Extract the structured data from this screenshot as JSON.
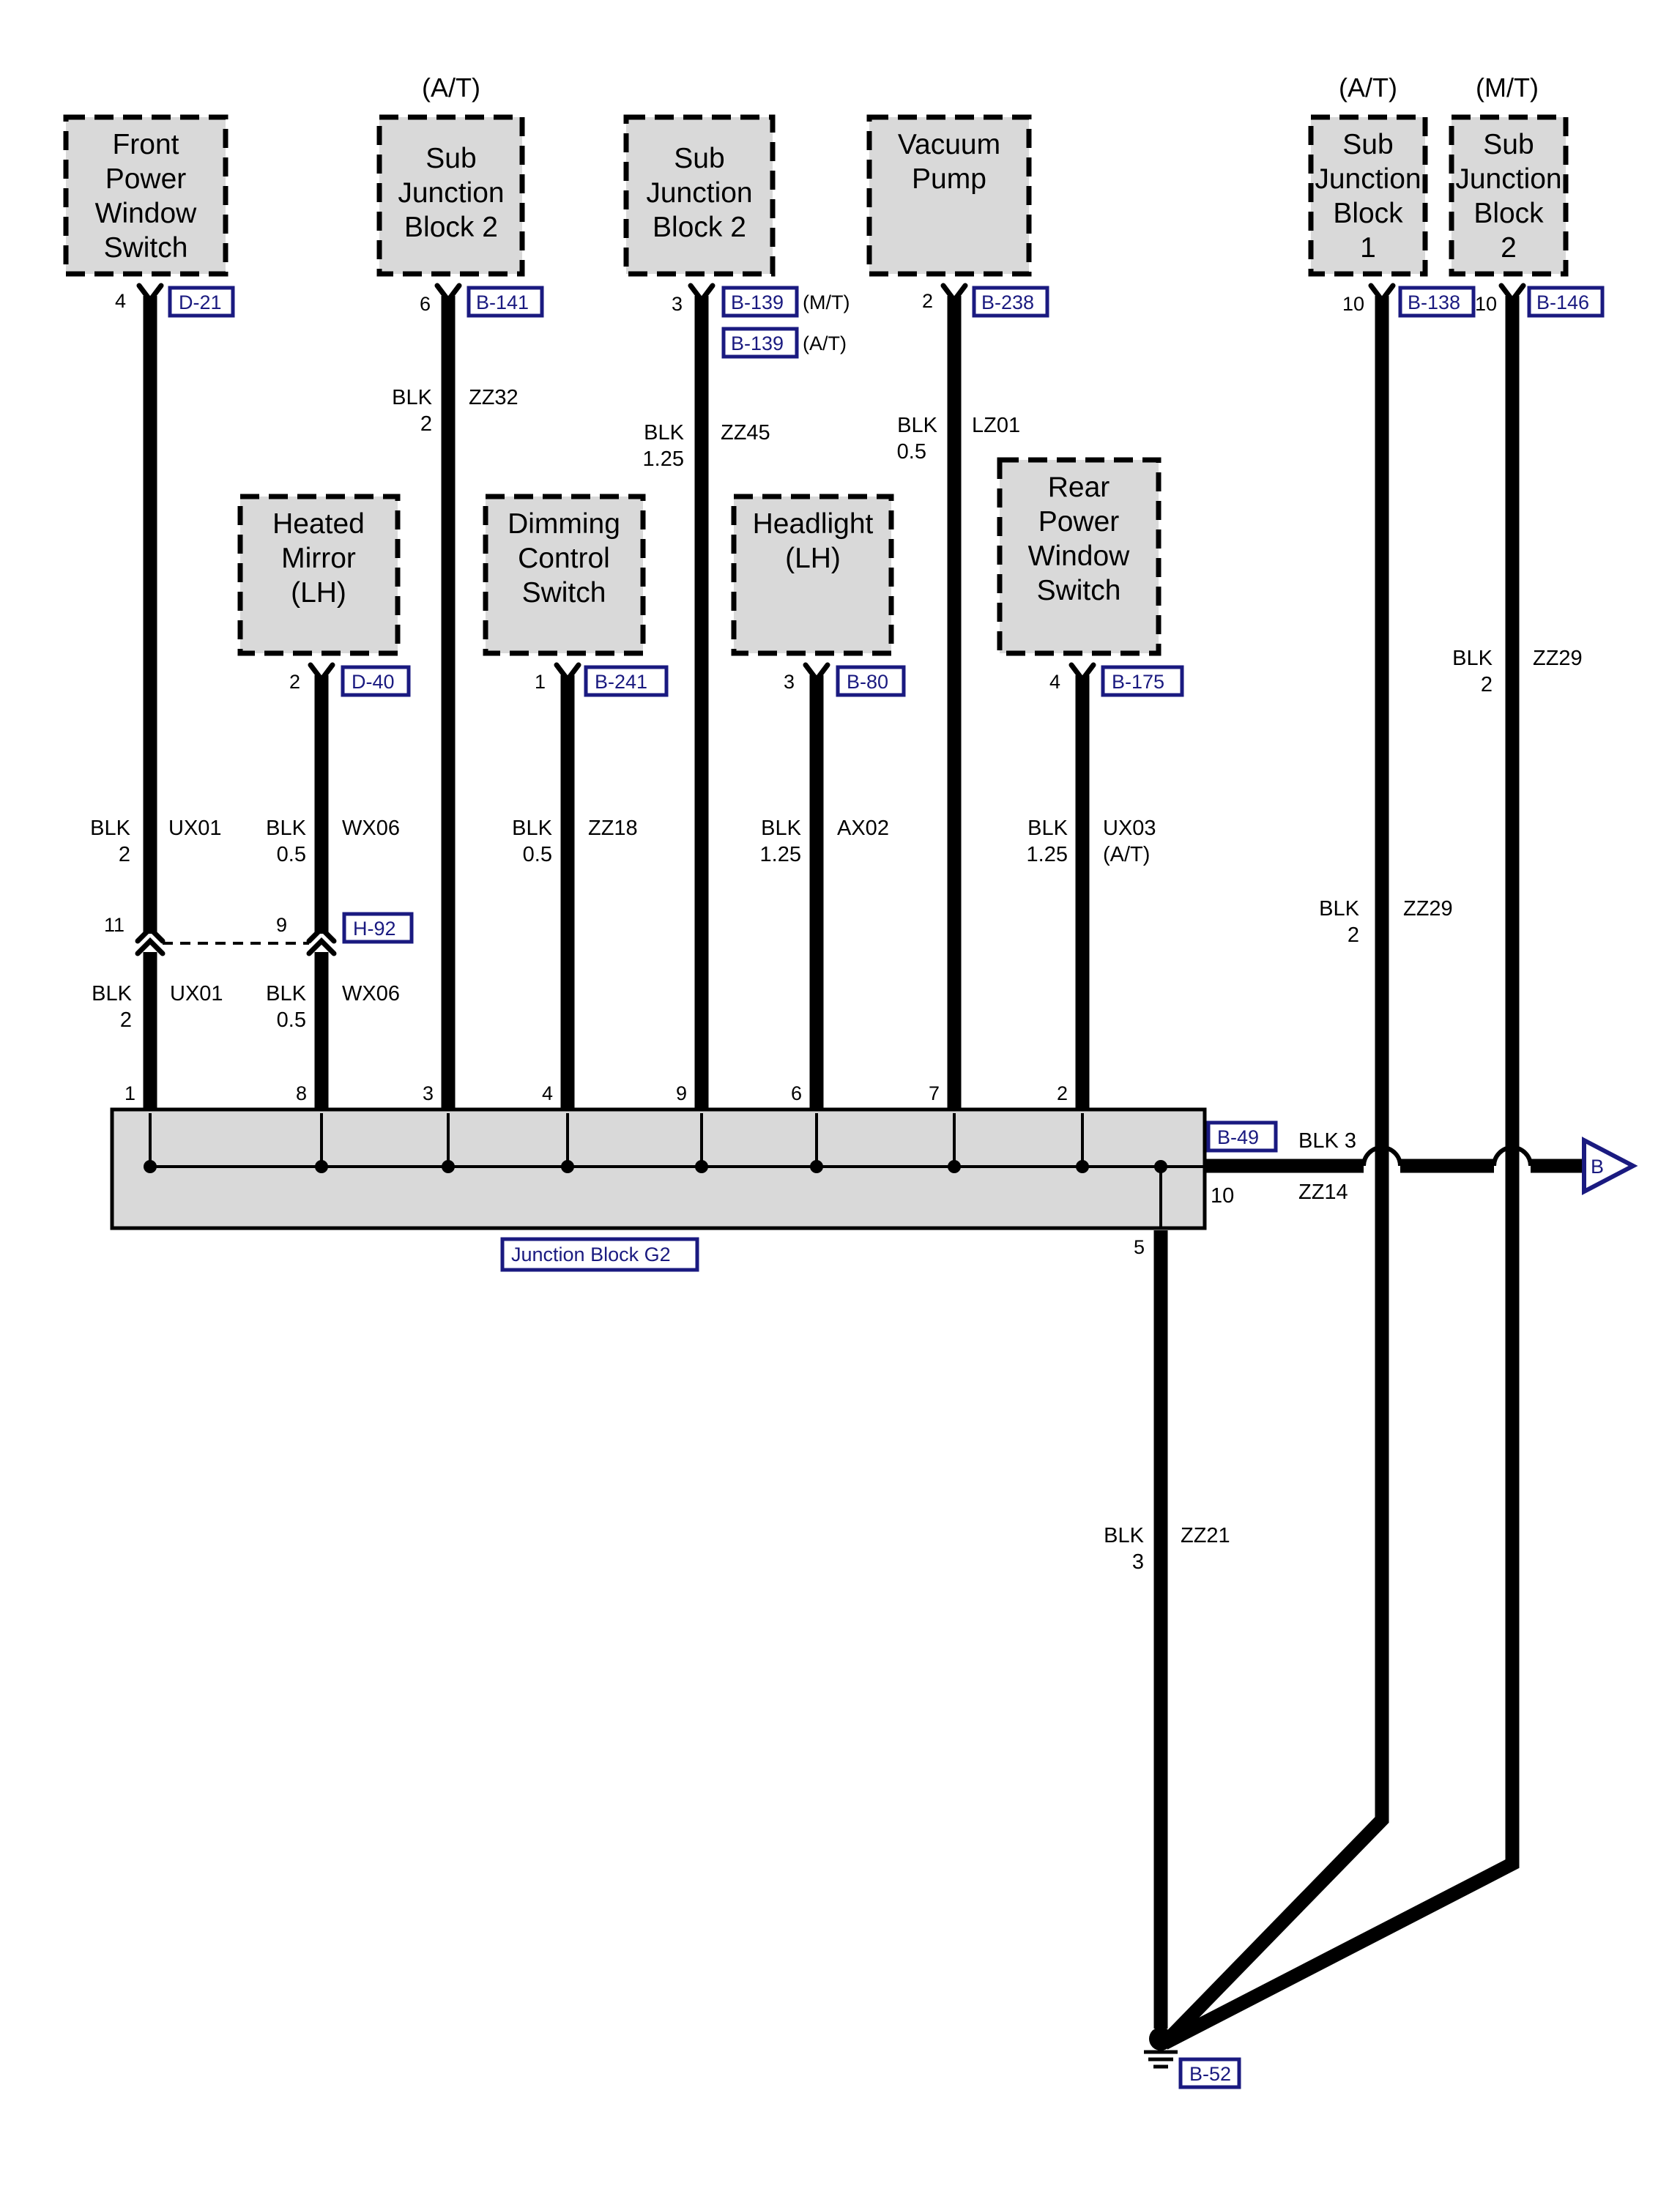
{
  "components": {
    "front_power_window_switch": {
      "label": [
        "Front",
        "Power",
        "Window",
        "Switch"
      ]
    },
    "sub_junction_block_2_at": {
      "label": [
        "Sub",
        "Junction",
        "Block 2"
      ],
      "note": "(A/T)"
    },
    "sub_junction_block_2_mt": {
      "label": [
        "Sub",
        "Junction",
        "Block 2"
      ]
    },
    "vacuum_pump": {
      "label": [
        "Vacuum",
        "Pump"
      ]
    },
    "sub_junction_block_1": {
      "label": [
        "Sub",
        "Junction",
        "Block",
        "1"
      ],
      "note": "(A/T)"
    },
    "sub_junction_block_2_right": {
      "label": [
        "Sub",
        "Junction",
        "Block",
        "2"
      ],
      "note": "(M/T)"
    },
    "heated_mirror_lh": {
      "label": [
        "Heated",
        "Mirror",
        "(LH)"
      ]
    },
    "dimming_control_switch": {
      "label": [
        "Dimming",
        "Control",
        "Switch"
      ]
    },
    "headlight_lh": {
      "label": [
        "Headlight",
        "(LH)"
      ]
    },
    "rear_power_window_switch": {
      "label": [
        "Rear",
        "Power",
        "Window",
        "Switch"
      ]
    }
  },
  "connectors": {
    "d21": {
      "code": "D-21",
      "pin": "4"
    },
    "b141": {
      "code": "B-141",
      "pin": "6"
    },
    "b139_mt": {
      "code": "B-139",
      "pin": "3",
      "variant": "(M/T)"
    },
    "b139_at": {
      "code": "B-139",
      "variant": "(A/T)"
    },
    "b238": {
      "code": "B-238",
      "pin": "2"
    },
    "b138": {
      "code": "B-138",
      "pin": "10"
    },
    "b146": {
      "code": "B-146",
      "pin": "10"
    },
    "d40": {
      "code": "D-40",
      "pin": "2"
    },
    "b241": {
      "code": "B-241",
      "pin": "1"
    },
    "b80": {
      "code": "B-80",
      "pin": "3"
    },
    "b175": {
      "code": "B-175",
      "pin": "4"
    },
    "h92": {
      "code": "H-92",
      "pin_left": "11",
      "pin_right": "9"
    },
    "b49": {
      "code": "B-49",
      "pin": "10"
    },
    "b52": {
      "code": "B-52"
    }
  },
  "wires": {
    "ux01_upper": {
      "color": "BLK",
      "gauge": "2",
      "id": "UX01"
    },
    "ux01_lower": {
      "color": "BLK",
      "gauge": "2",
      "id": "UX01"
    },
    "wx06_upper": {
      "color": "BLK",
      "gauge": "0.5",
      "id": "WX06"
    },
    "wx06_lower": {
      "color": "BLK",
      "gauge": "0.5",
      "id": "WX06"
    },
    "zz32": {
      "color": "BLK",
      "gauge": "2",
      "id": "ZZ32"
    },
    "zz18": {
      "color": "BLK",
      "gauge": "0.5",
      "id": "ZZ18"
    },
    "zz45": {
      "color": "BLK",
      "gauge": "1.25",
      "id": "ZZ45"
    },
    "ax02": {
      "color": "BLK",
      "gauge": "1.25",
      "id": "AX02"
    },
    "lz01": {
      "color": "BLK",
      "gauge": "0.5",
      "id": "LZ01"
    },
    "ux03": {
      "color": "BLK",
      "gauge": "1.25",
      "id": "UX03",
      "note": "(A/T)"
    },
    "zz29_left": {
      "color": "BLK",
      "gauge": "2",
      "id": "ZZ29"
    },
    "zz29_right": {
      "color": "BLK",
      "gauge": "2",
      "id": "ZZ29"
    },
    "zz14": {
      "text": "BLK 3",
      "id": "ZZ14"
    },
    "zz21": {
      "color": "BLK",
      "gauge": "3",
      "id": "ZZ21"
    }
  },
  "junction_block": {
    "label": "Junction Block G2",
    "pins": [
      "1",
      "8",
      "3",
      "4",
      "9",
      "6",
      "7",
      "2"
    ],
    "ground_pin": "5"
  },
  "offpage": {
    "label": "B"
  }
}
